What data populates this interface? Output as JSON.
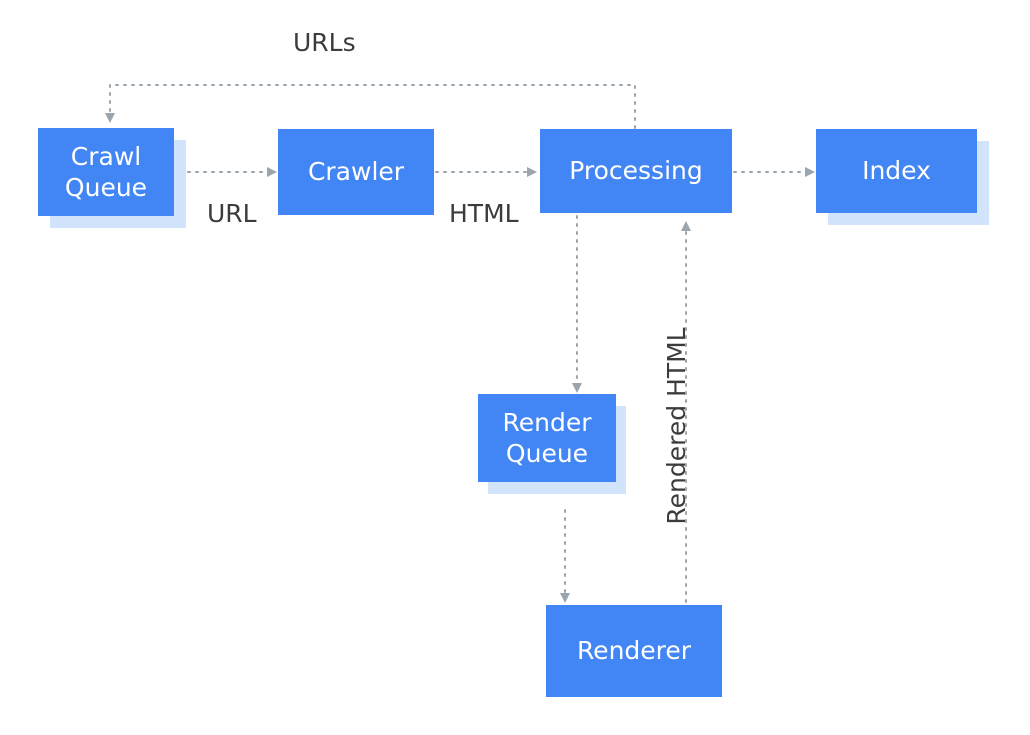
{
  "colors": {
    "node_fill": "#4285F4",
    "node_shadow": "#D2E3FC",
    "node_text": "#FFFFFF",
    "connector": "#9AA5AE",
    "label_text": "#3C3C3C"
  },
  "nodes": {
    "crawl_queue": {
      "line1": "Crawl",
      "line2": "Queue"
    },
    "crawler": {
      "label": "Crawler"
    },
    "processing": {
      "label": "Processing"
    },
    "index": {
      "label": "Index"
    },
    "render_queue": {
      "line1": "Render",
      "line2": "Queue"
    },
    "renderer": {
      "label": "Renderer"
    }
  },
  "edges": {
    "processing_to_crawl_queue": "URLs",
    "crawl_queue_to_crawler": "URL",
    "crawler_to_processing": "HTML",
    "renderer_to_processing": "Rendered HTML"
  }
}
